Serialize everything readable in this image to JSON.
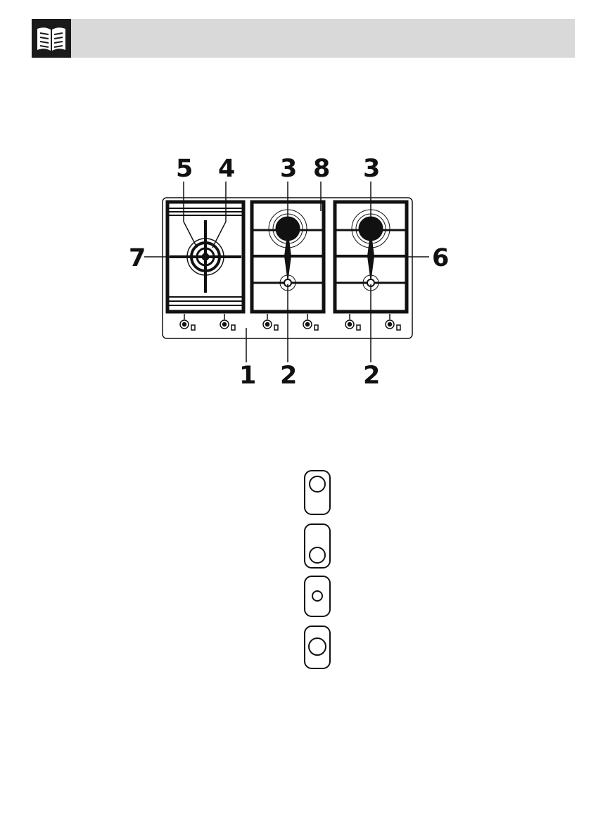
{
  "header": {
    "icon": "open-book-icon",
    "background_color": "#d9d9d9",
    "icon_color": "#1a1a1a"
  },
  "hob_diagram": {
    "callouts": [
      {
        "id": "c5",
        "label": "5"
      },
      {
        "id": "c4",
        "label": "4"
      },
      {
        "id": "c3a",
        "label": "3"
      },
      {
        "id": "c8",
        "label": "8"
      },
      {
        "id": "c3b",
        "label": "3"
      },
      {
        "id": "c7",
        "label": "7"
      },
      {
        "id": "c6",
        "label": "6"
      },
      {
        "id": "c1",
        "label": "1"
      },
      {
        "id": "c2a",
        "label": "2"
      },
      {
        "id": "c2b",
        "label": "2"
      }
    ]
  },
  "control_symbols": [
    {
      "id": "top-position-symbol"
    },
    {
      "id": "bottom-position-symbol"
    },
    {
      "id": "small-center-symbol"
    },
    {
      "id": "large-center-symbol"
    }
  ]
}
